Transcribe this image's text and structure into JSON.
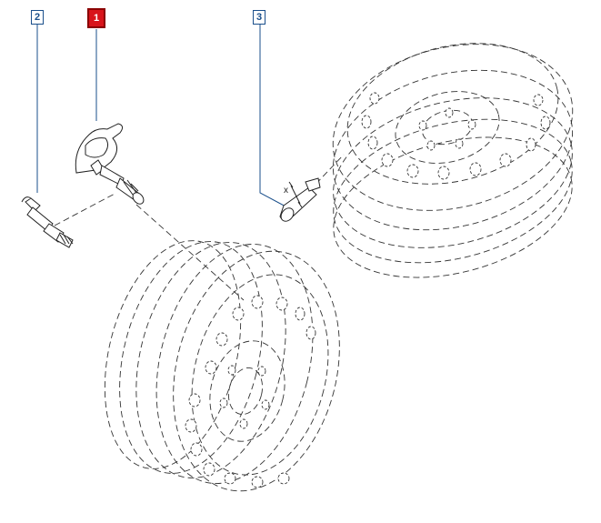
{
  "callouts": [
    {
      "label": "2",
      "state": "normal"
    },
    {
      "label": "1",
      "state": "highlighted"
    },
    {
      "label": "3",
      "state": "normal"
    }
  ],
  "dimension_label": "x",
  "colors": {
    "callout_border": "#1a4f8b",
    "callout_active": "#d8141b",
    "line": "#222222"
  }
}
